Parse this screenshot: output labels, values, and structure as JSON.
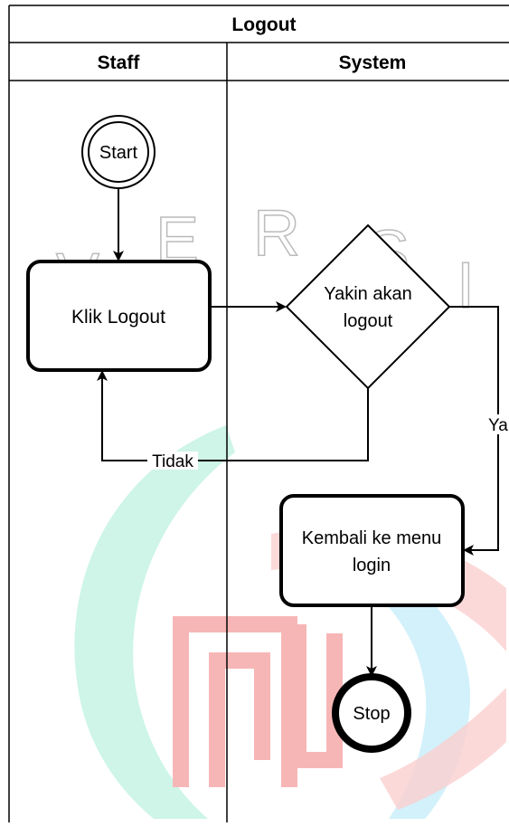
{
  "diagram": {
    "title": "Logout",
    "lanes": [
      {
        "label": "Staff"
      },
      {
        "label": "System"
      }
    ],
    "nodes": {
      "start": "Start",
      "klik_logout": "Klik Logout",
      "decision_line1": "Yakin akan",
      "decision_line2": "logout",
      "kembali_line1": "Kembali ke menu",
      "kembali_line2": "login",
      "stop": "Stop"
    },
    "edges": {
      "tidak": "Tidak",
      "ya": "Ya"
    },
    "watermark": {
      "letters": "V E R S I",
      "colors": {
        "teal": "#b7f1dc",
        "cyan": "#bfe8f7",
        "red": "#f6b3b3"
      }
    },
    "colors": {
      "line": "#000000",
      "background": "#ffffff"
    }
  }
}
